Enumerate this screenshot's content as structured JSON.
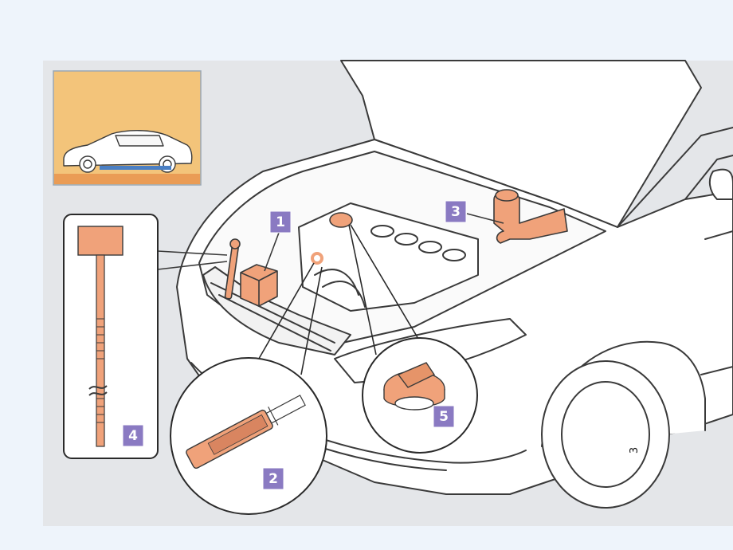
{
  "diagram": {
    "callouts": [
      {
        "id": "1",
        "label": "1",
        "part": "battery"
      },
      {
        "id": "2",
        "label": "2",
        "part": "oil-level-dipstick"
      },
      {
        "id": "3",
        "label": "3",
        "part": "brake-fluid-reservoir"
      },
      {
        "id": "4",
        "label": "4",
        "part": "transmission-fluid-dipstick"
      },
      {
        "id": "5",
        "label": "5",
        "part": "oil-filler-cap"
      }
    ],
    "page_number": "3"
  },
  "colors": {
    "page_bg": "#eef4fb",
    "panel_bg": "#e4e6e9",
    "highlight_orange": "#f0a27a",
    "thumbnail_bg": "#f3c47a",
    "callout_bg": "#8a7ac2",
    "outline": "#3a3a3a"
  }
}
